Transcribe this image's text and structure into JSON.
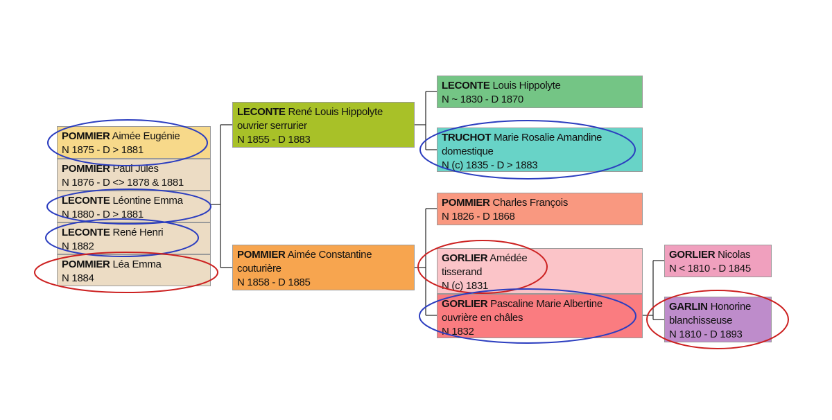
{
  "colors": {
    "child_first": "#f7d98a",
    "child_rest": "#ecdcc4",
    "father": "#a8c128",
    "mother": "#f7a54f",
    "paternal_grandfather": "#74c585",
    "paternal_grandmother": "#68d3c7",
    "maternal_grandfather": "#f99880",
    "maternal_grandmother_upper": "#fbc4c8",
    "maternal_grandmother_lower": "#fa7c80",
    "great_grandfather": "#f0a0be",
    "great_grandmother": "#be8ccb",
    "oval_blue": "#2b3dbf",
    "oval_red": "#cc2020",
    "connector": "#222222"
  },
  "children": [
    {
      "surname": "POMMIER",
      "given": "Aimée Eugénie",
      "dates": "N 1875 - D > 1881"
    },
    {
      "surname": "POMMIER",
      "given": "Paul Jules",
      "dates": "N 1876 - D <> 1878 & 1881"
    },
    {
      "surname": "LECONTE",
      "given": "Léontine Emma",
      "dates": "N 1880 - D > 1881"
    },
    {
      "surname": "LECONTE",
      "given": "René Henri",
      "dates": "N 1882"
    },
    {
      "surname": "POMMIER",
      "given": "Léa Emma",
      "dates": "N 1884"
    }
  ],
  "father": {
    "surname": "LECONTE",
    "given": "René Louis Hippolyte",
    "occupation": "ouvrier serrurier",
    "dates": "N 1855 - D 1883"
  },
  "mother": {
    "surname": "POMMIER",
    "given": "Aimée Constantine",
    "occupation": "couturière",
    "dates": "N 1858 - D 1885"
  },
  "paternal_grandfather": {
    "surname": "LECONTE",
    "given": "Louis Hippolyte",
    "dates": "N ~ 1830 - D 1870"
  },
  "paternal_grandmother": {
    "surname": "TRUCHOT",
    "given": "Marie Rosalie Amandine",
    "occupation": "domestique",
    "dates": "N (c) 1835 - D > 1883"
  },
  "maternal_grandfather": {
    "surname": "POMMIER",
    "given": "Charles François",
    "dates": "N 1826 - D 1868"
  },
  "maternal_grandmother_1": {
    "surname": "GORLIER",
    "given": "Amédée",
    "occupation": "tisserand",
    "dates": "N (c) 1831"
  },
  "maternal_grandmother_2": {
    "surname": "GORLIER",
    "given": "Pascaline Marie Albertine",
    "occupation": "ouvrière en châles",
    "dates": "N 1832"
  },
  "great_grandfather": {
    "surname": "GORLIER",
    "given": "Nicolas",
    "dates": "N < 1810 - D 1845"
  },
  "great_grandmother": {
    "surname": "GARLIN",
    "given": "Honorine",
    "occupation": "blanchisseuse",
    "dates": "N 1810 - D 1893"
  }
}
